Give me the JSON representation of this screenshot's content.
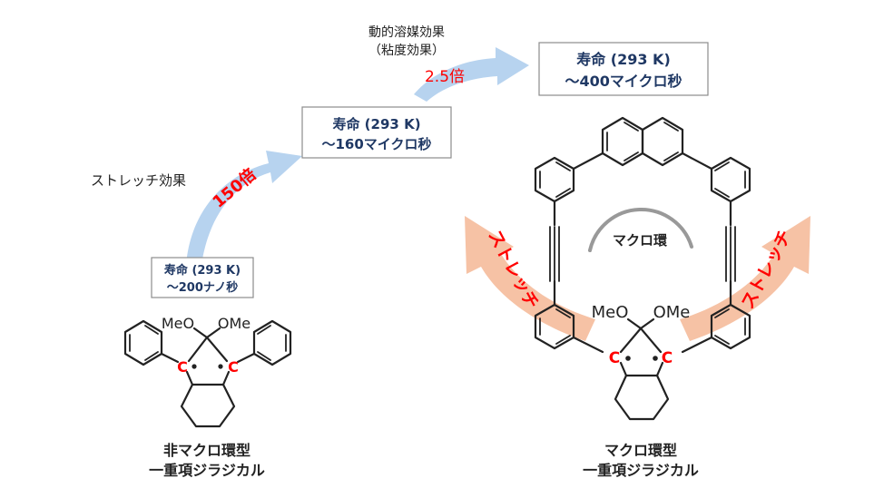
{
  "colors": {
    "blue_arrow": "#b7d3ef",
    "peach_arrow": "#f6c2a5",
    "red_text": "#ff0000",
    "navy_text": "#1f3864",
    "bond": "#222222",
    "ring_gray": "#999999"
  },
  "effects": {
    "stretch_label": "ストレッチ効果",
    "stretch_factor": "150倍",
    "dynamic_solvent_line1": "動的溶媒効果",
    "dynamic_solvent_line2": "（粘度効果）",
    "dynamic_factor": "2.5倍"
  },
  "lifetimes": {
    "small": {
      "line1": "寿命 (293 K)",
      "line2": "～200ナノ秒"
    },
    "middle": {
      "line1": "寿命 (293 K)",
      "line2": "～160マイクロ秒"
    },
    "large": {
      "line1": "寿命 (293 K)",
      "line2": "～400マイクロ秒"
    }
  },
  "molecules": {
    "left": {
      "sub1": "MeO",
      "sub2": "OMe",
      "radical": "C",
      "caption_line1": "非マクロ環型",
      "caption_line2": "一重項ジラジカル"
    },
    "right": {
      "sub1": "MeO",
      "sub2": "OMe",
      "radical": "C",
      "ring_label": "マクロ環",
      "stretch_left": "ストレッチ",
      "stretch_right": "ストレッチ",
      "caption_line1": "マクロ環型",
      "caption_line2": "一重項ジラジカル"
    }
  }
}
